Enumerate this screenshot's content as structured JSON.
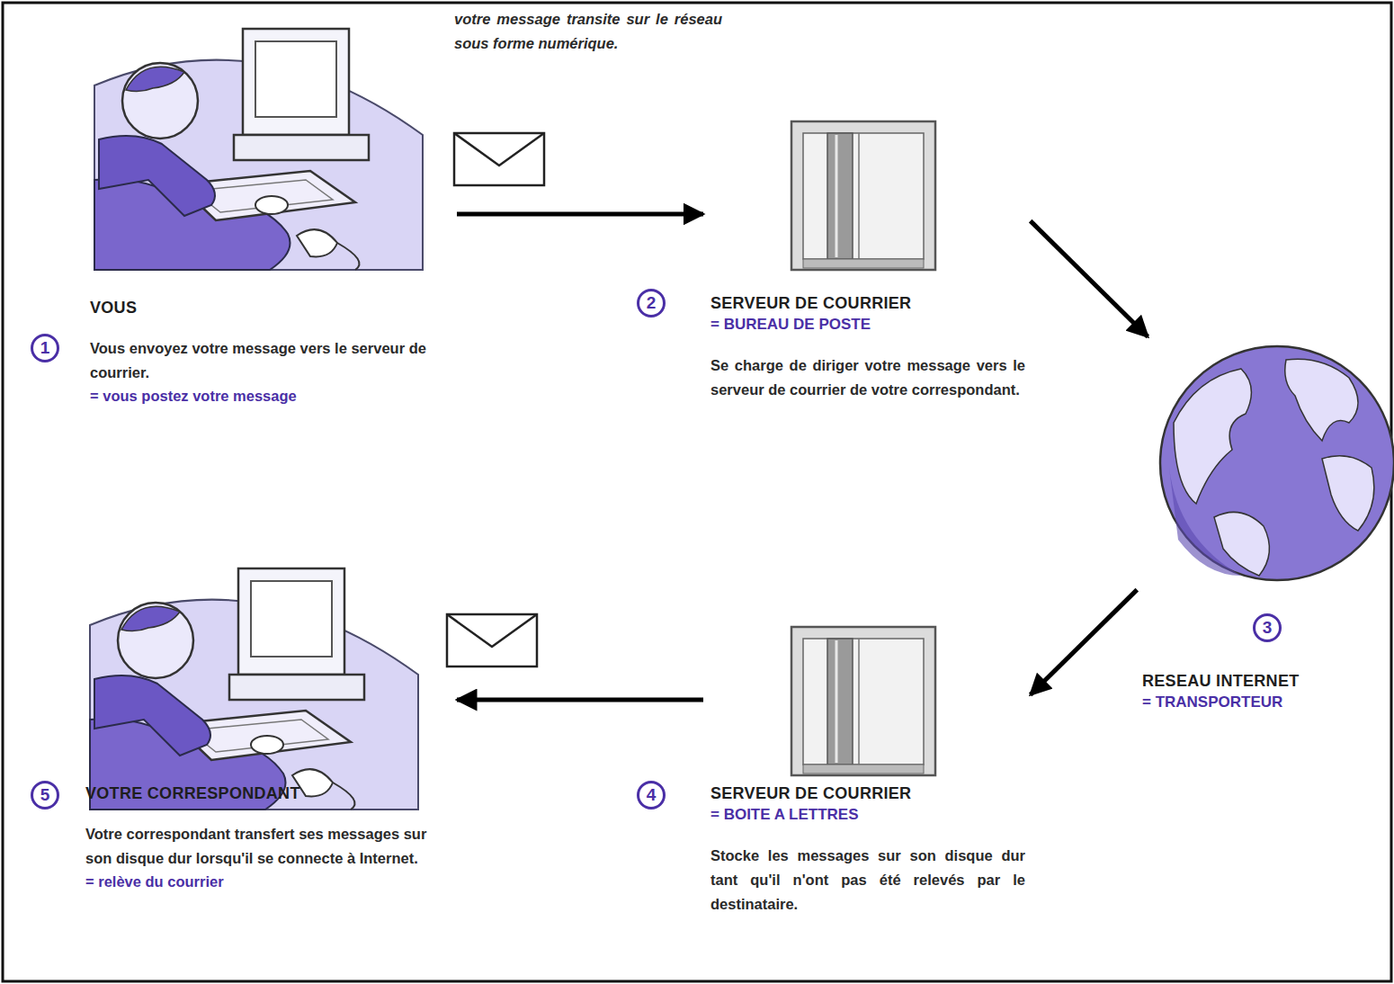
{
  "diagram": {
    "nodes": [
      {
        "text": [
          "VOUS",
          "Vous envoyez votre message vers le serveur de courrier.",
          "= vous postez votre message"
        ]
      },
      {
        "text": [
          "SERVEUR DE COURRIER",
          "= BUREAU DE POSTE",
          "Se charge de diriger votre message vers le serveur de courrier de votre correspondant."
        ]
      },
      {
        "text": [
          "RESEAU INTERNET",
          "= TRANSPORTEUR"
        ]
      },
      {
        "text": [
          "SERVEUR DE COURRIER",
          "= BOITE A LETTRES",
          "Stocke les messages sur son disque dur tant qu'il n'ont pas été relevés par le destinataire."
        ]
      },
      {
        "text": [
          "VOTRE CORRESPONDANT",
          "Votre correspondant transfert ses messages sur son disque dur lorsqu'il se connecte à Internet.",
          "= relève du courrier"
        ]
      }
    ],
    "edges": [
      {
        "from": 0,
        "to": 1,
        "arrow": "to"
      },
      {
        "from": 1,
        "to": 2,
        "arrow": "to"
      },
      {
        "from": 2,
        "to": 3,
        "arrow": "to"
      },
      {
        "from": 3,
        "to": 4,
        "arrow": "to"
      }
    ],
    "labels": [
      "votre message transite sur le réseau sous forme numérique.",
      "1",
      "2",
      "3",
      "4",
      "5"
    ]
  }
}
